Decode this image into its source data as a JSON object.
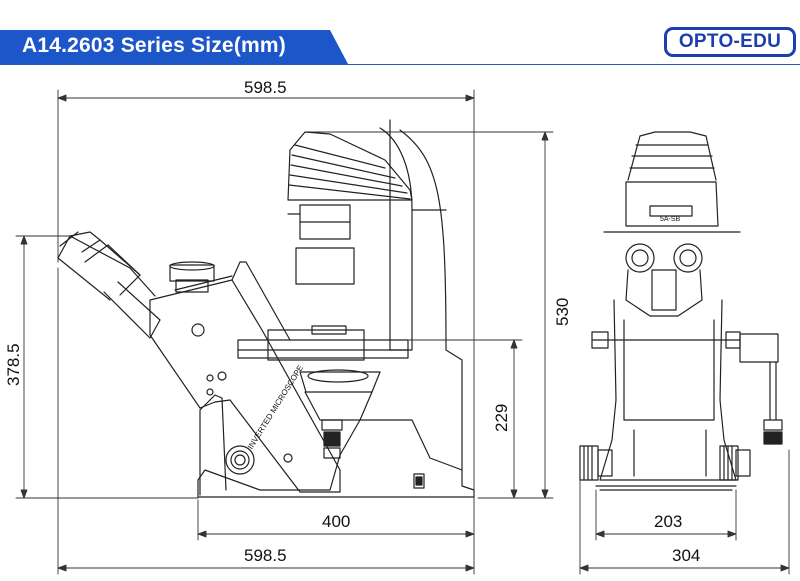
{
  "header": {
    "title": "A14.2603 Series Size(mm)",
    "accent_color": "#1d56c8",
    "logo_text": "OPTO-EDU",
    "logo_color": "#1d3fae"
  },
  "side_view": {
    "width_top": "598.5",
    "height_total": "530",
    "eyepiece_height": "378.5",
    "stage_height": "229",
    "base_depth": "400",
    "width_bottom": "598.5",
    "body_label": "INVERTED MICROSCOPE"
  },
  "front_view": {
    "base_width": "203",
    "overall_width": "304",
    "stage_label": "5A-SB"
  }
}
